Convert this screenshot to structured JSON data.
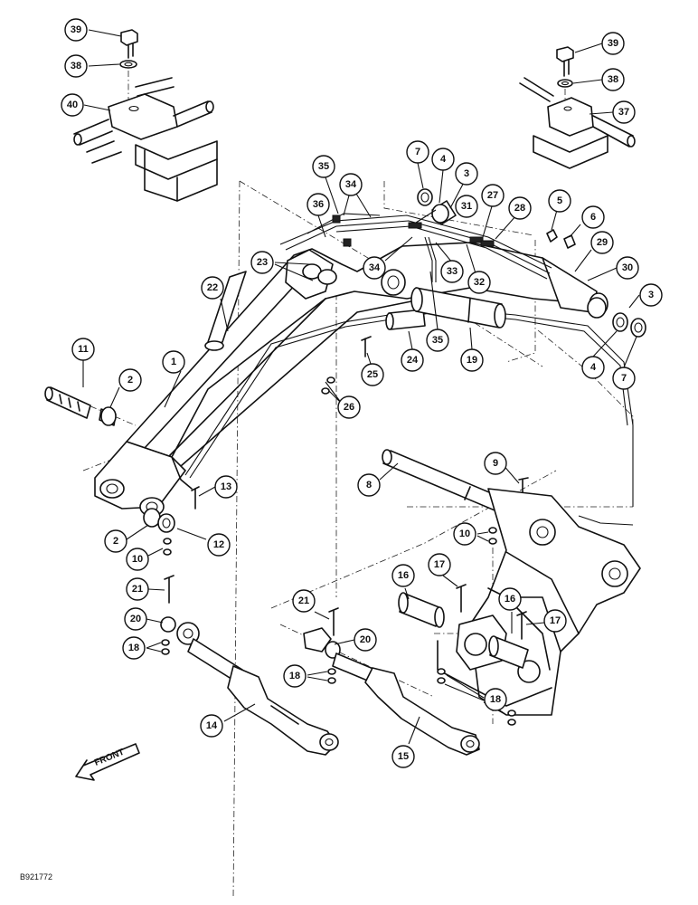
{
  "figure_ref": "B921772",
  "front_label": "FRONT",
  "callouts": [
    {
      "id": "c39a",
      "label": "39"
    },
    {
      "id": "c38a",
      "label": "38"
    },
    {
      "id": "c40",
      "label": "40"
    },
    {
      "id": "c39b",
      "label": "39"
    },
    {
      "id": "c38b",
      "label": "38"
    },
    {
      "id": "c37",
      "label": "37"
    },
    {
      "id": "c7a",
      "label": "7"
    },
    {
      "id": "c4a",
      "label": "4"
    },
    {
      "id": "c3a",
      "label": "3"
    },
    {
      "id": "c35a",
      "label": "35"
    },
    {
      "id": "c34a",
      "label": "34"
    },
    {
      "id": "c36",
      "label": "36"
    },
    {
      "id": "c31",
      "label": "31"
    },
    {
      "id": "c27",
      "label": "27"
    },
    {
      "id": "c28",
      "label": "28"
    },
    {
      "id": "c5",
      "label": "5"
    },
    {
      "id": "c6",
      "label": "6"
    },
    {
      "id": "c29",
      "label": "29"
    },
    {
      "id": "c30",
      "label": "30"
    },
    {
      "id": "c3b",
      "label": "3"
    },
    {
      "id": "c4b",
      "label": "4"
    },
    {
      "id": "c7b",
      "label": "7"
    },
    {
      "id": "c23",
      "label": "23"
    },
    {
      "id": "c34b",
      "label": "34"
    },
    {
      "id": "c33",
      "label": "33"
    },
    {
      "id": "c32",
      "label": "32"
    },
    {
      "id": "c22",
      "label": "22"
    },
    {
      "id": "c35b",
      "label": "35"
    },
    {
      "id": "c24",
      "label": "24"
    },
    {
      "id": "c19",
      "label": "19"
    },
    {
      "id": "c25",
      "label": "25"
    },
    {
      "id": "c26",
      "label": "26"
    },
    {
      "id": "c11",
      "label": "11"
    },
    {
      "id": "c2a",
      "label": "2"
    },
    {
      "id": "c1",
      "label": "1"
    },
    {
      "id": "c8",
      "label": "8"
    },
    {
      "id": "c9",
      "label": "9"
    },
    {
      "id": "c13",
      "label": "13"
    },
    {
      "id": "c2b",
      "label": "2"
    },
    {
      "id": "c12",
      "label": "12"
    },
    {
      "id": "c10a",
      "label": "10"
    },
    {
      "id": "c10b",
      "label": "10"
    },
    {
      "id": "c16a",
      "label": "16"
    },
    {
      "id": "c17a",
      "label": "17"
    },
    {
      "id": "c21a",
      "label": "21"
    },
    {
      "id": "c21b",
      "label": "21"
    },
    {
      "id": "c16b",
      "label": "16"
    },
    {
      "id": "c17b",
      "label": "17"
    },
    {
      "id": "c20a",
      "label": "20"
    },
    {
      "id": "c20b",
      "label": "20"
    },
    {
      "id": "c18a",
      "label": "18"
    },
    {
      "id": "c18b",
      "label": "18"
    },
    {
      "id": "c18c",
      "label": "18"
    },
    {
      "id": "c14",
      "label": "14"
    },
    {
      "id": "c15",
      "label": "15"
    }
  ]
}
